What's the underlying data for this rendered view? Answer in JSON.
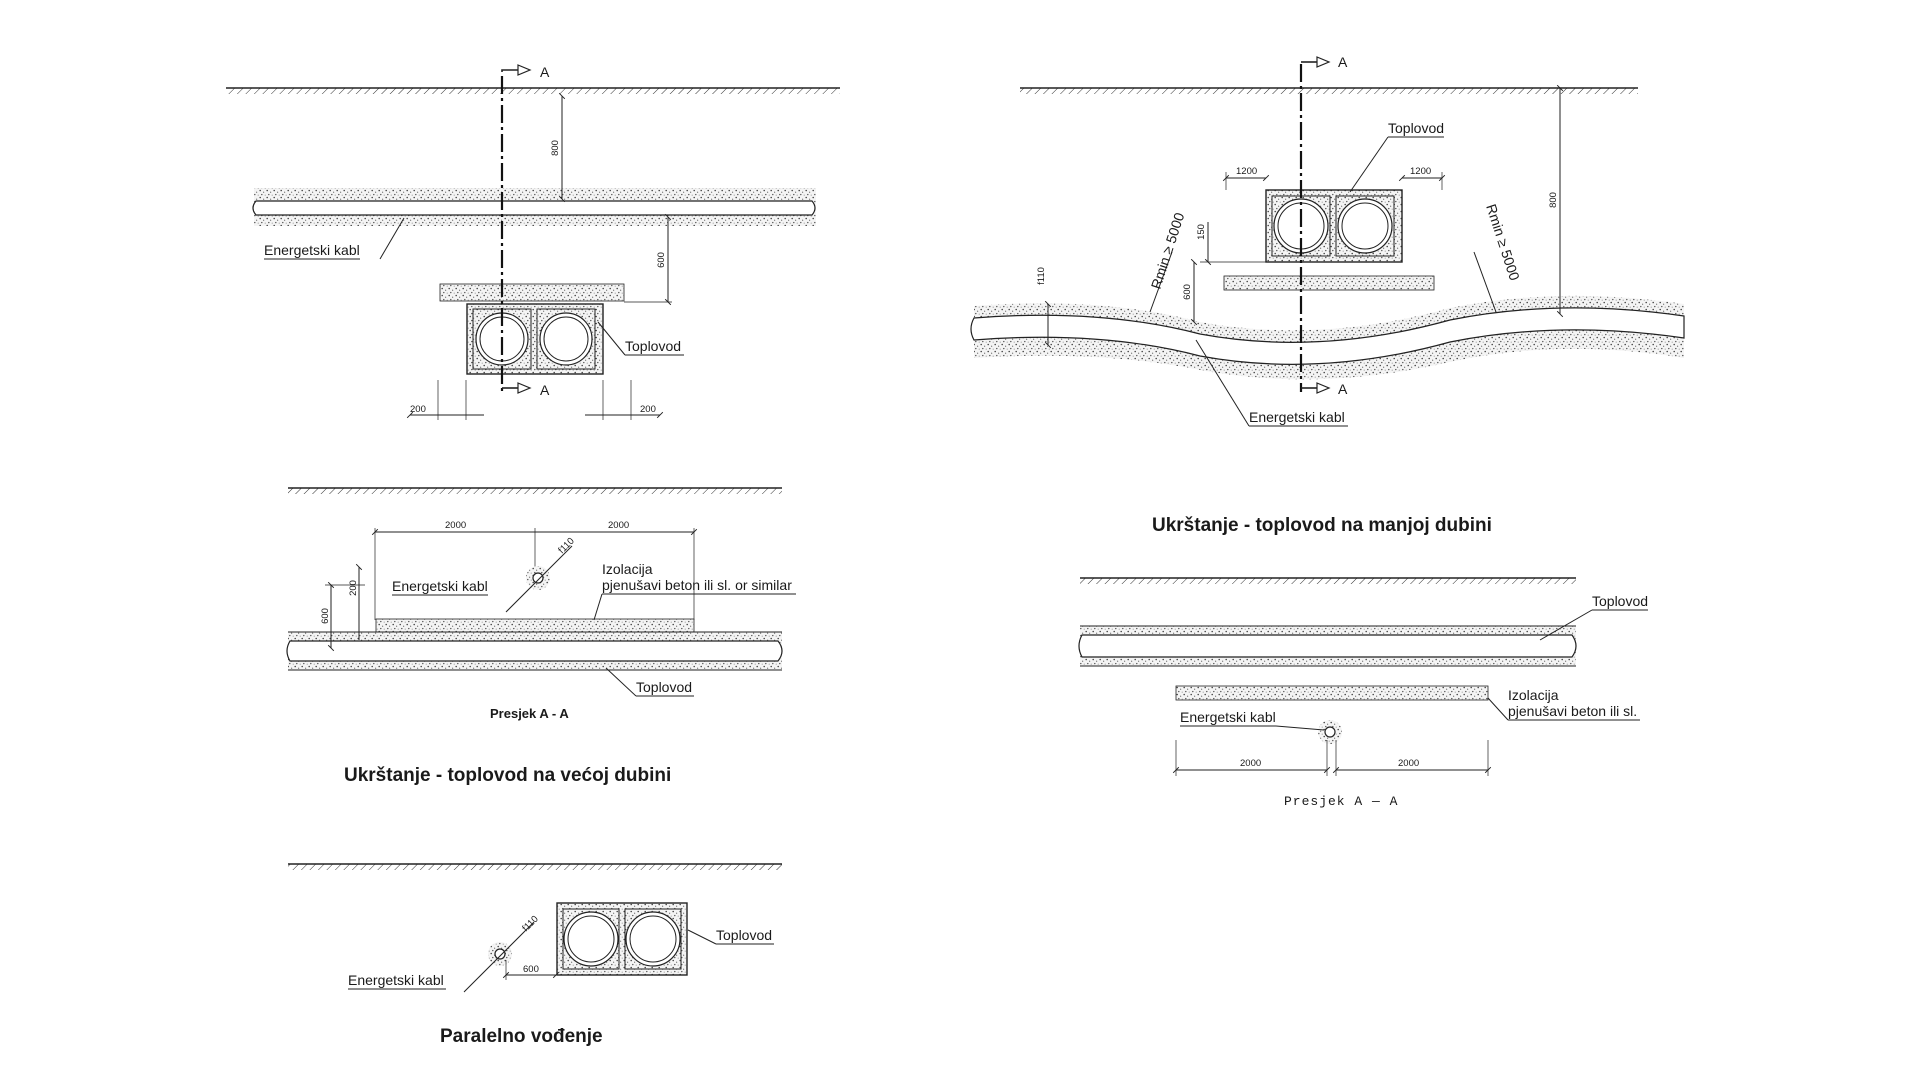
{
  "labels": {
    "energetski_kabl": "Energetski kabl",
    "toplovod": "Toplovod",
    "izolacija": "Izolacija",
    "izolacija_desc_left": "pjenušavi beton ili sl. or similar",
    "izolacija_desc_right": "pjenušavi beton ili sl.",
    "section_a": "A",
    "presjek_left": "Presjek A - A",
    "presjek_right": "Presjek A — A",
    "rmin": "Rmin ≥ 5000",
    "f110": "f110"
  },
  "titles": {
    "vecoj": "Ukrštanje - toplovod na većoj dubini",
    "manjoj": "Ukrštanje - toplovod na manjoj dubini",
    "paralelno": "Paralelno vođenje"
  },
  "dimensions": {
    "d800": "800",
    "d600": "600",
    "d200": "200",
    "d1200": "1200",
    "d150": "150",
    "d2000": "2000"
  }
}
